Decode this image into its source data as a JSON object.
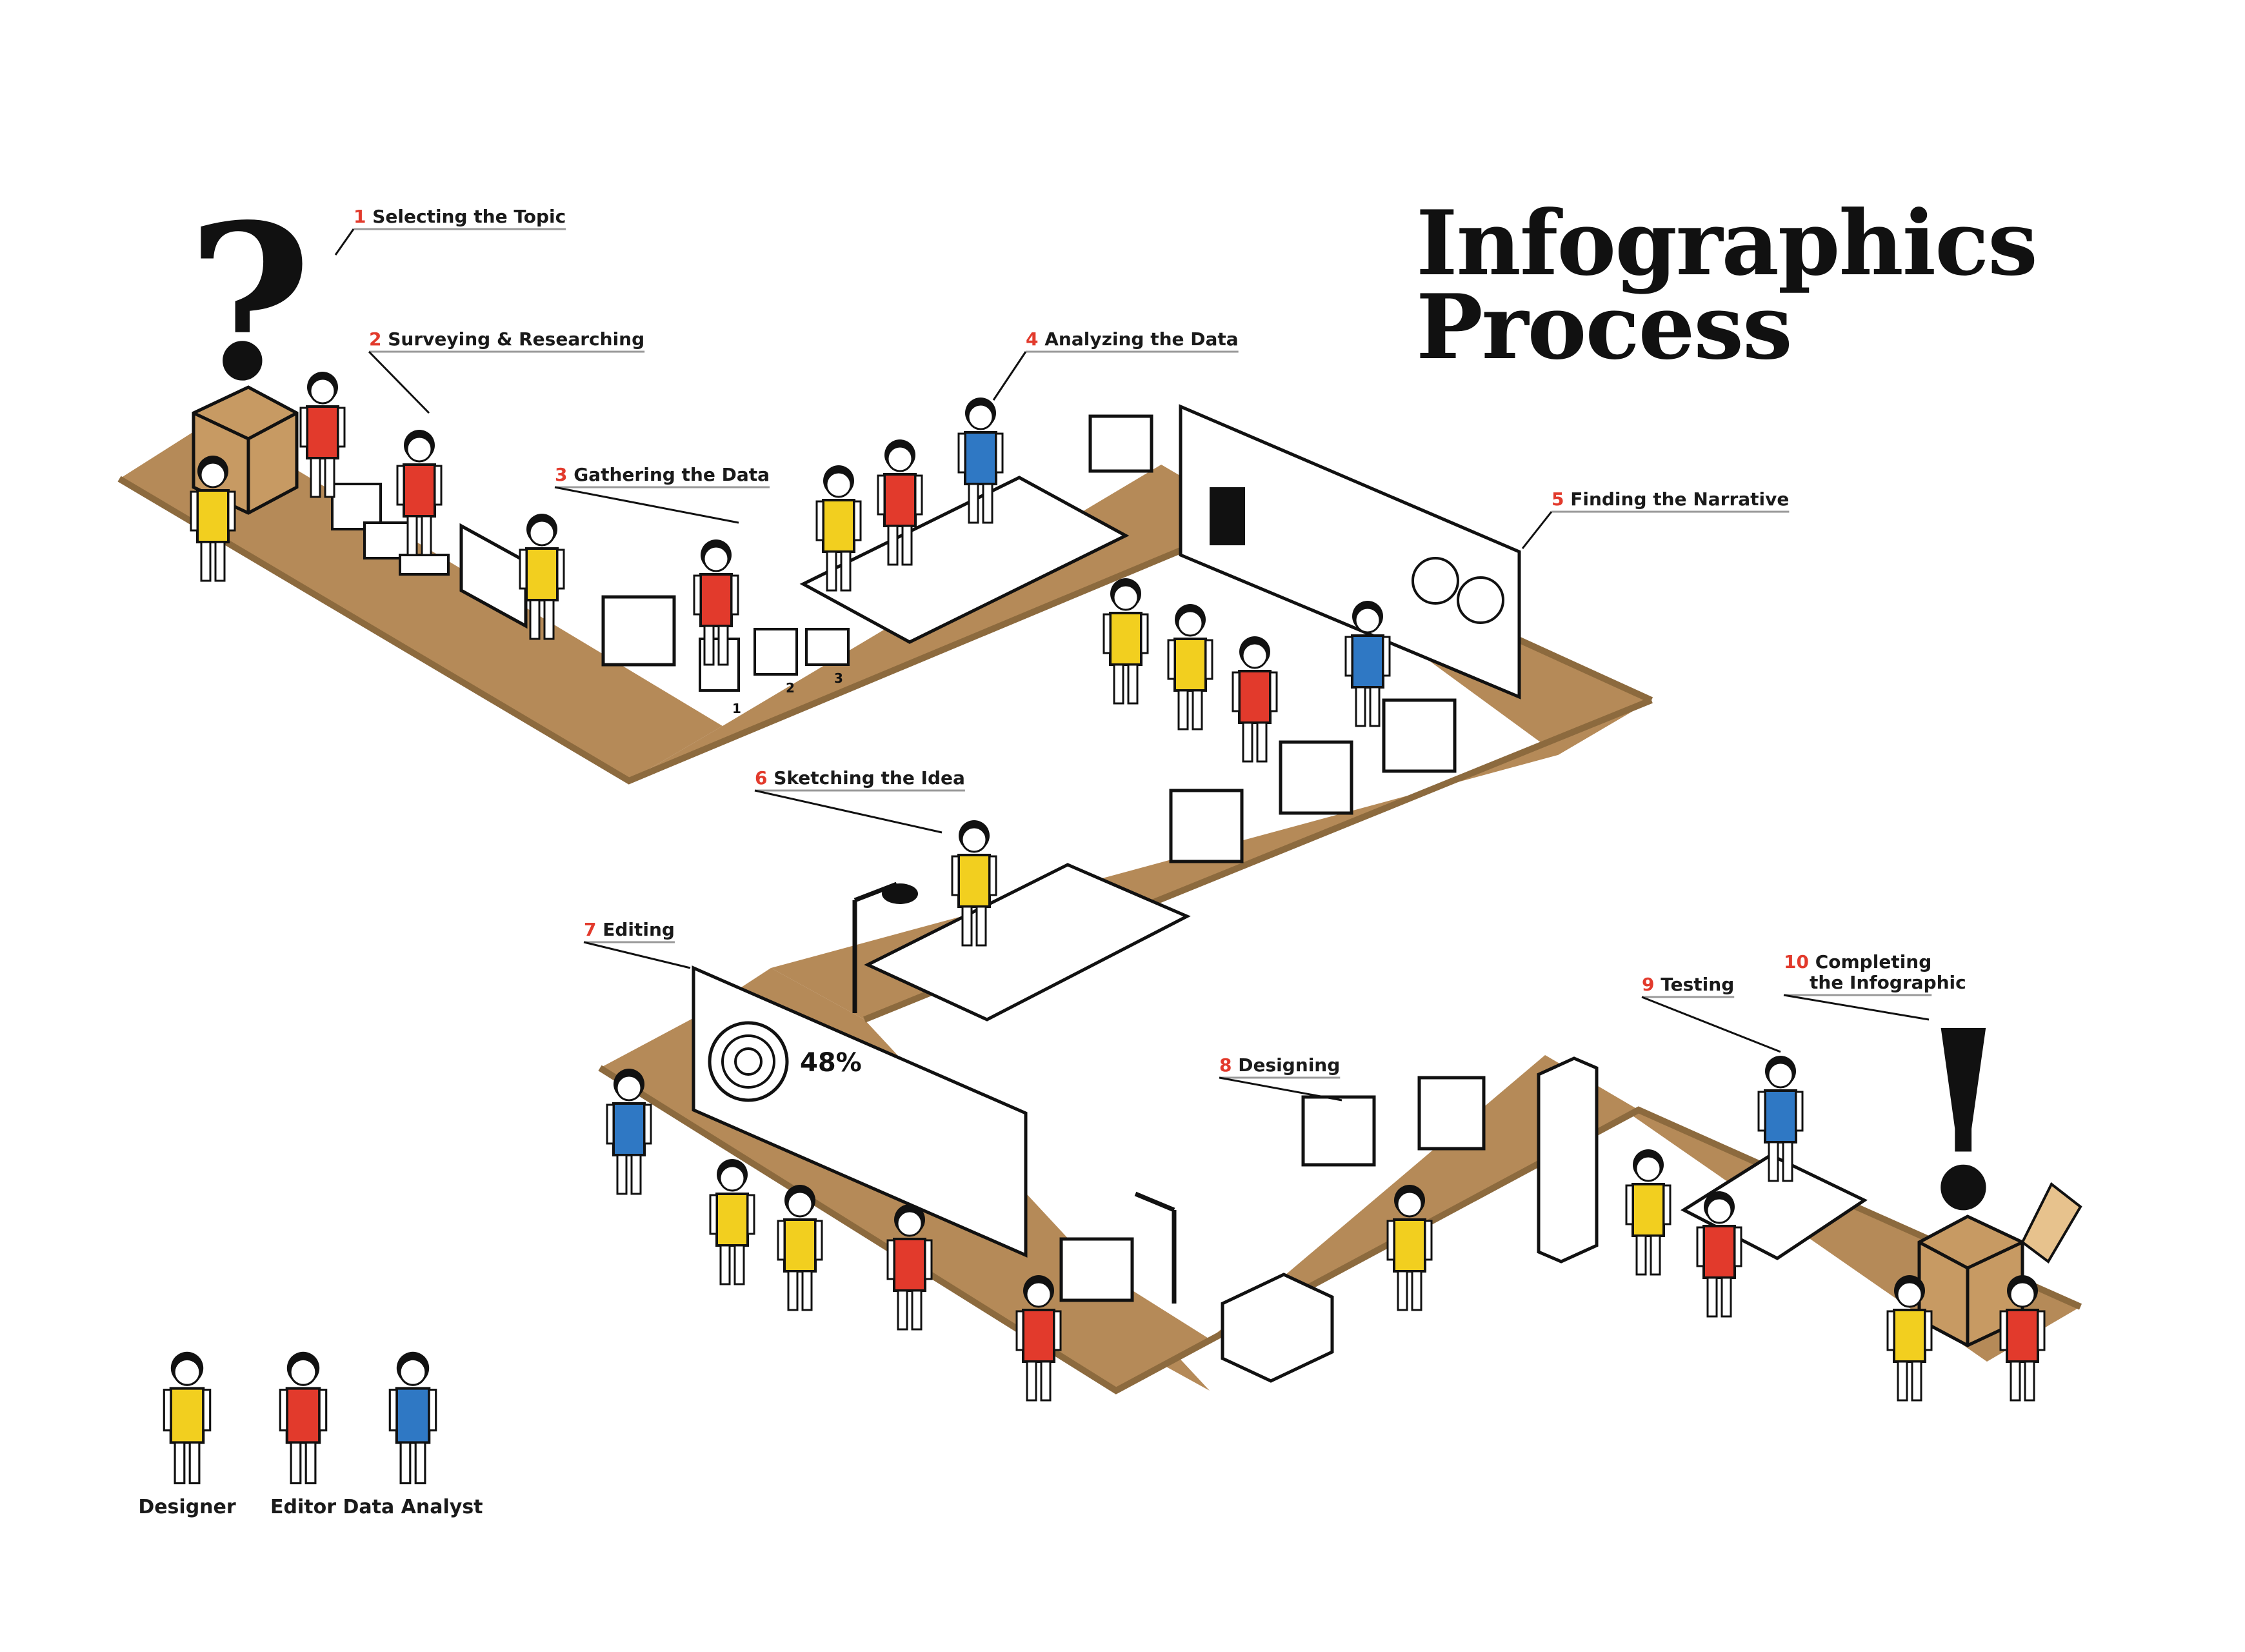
{
  "title": {
    "line1": "Infographics",
    "line2": "Process"
  },
  "colors": {
    "floor": "#b58a58",
    "floor_edge": "#8c6a3e",
    "designer": "#f2cf1f",
    "editor": "#e23a2c",
    "analyst": "#2f78c4",
    "step_number": "#e23a2c",
    "ink": "#111111"
  },
  "steps": [
    {
      "num": "1",
      "label": "Selecting the Topic"
    },
    {
      "num": "2",
      "label": "Surveying & Researching"
    },
    {
      "num": "3",
      "label": "Gathering the Data"
    },
    {
      "num": "4",
      "label": "Analyzing the Data"
    },
    {
      "num": "5",
      "label": "Finding the Narrative"
    },
    {
      "num": "6",
      "label": "Sketching the Idea"
    },
    {
      "num": "7",
      "label": "Editing"
    },
    {
      "num": "8",
      "label": "Designing"
    },
    {
      "num": "9",
      "label": "Testing"
    },
    {
      "num": "10",
      "label": "Completing",
      "label2": "the Infographic"
    }
  ],
  "legend": [
    {
      "role": "designer",
      "label": "Designer"
    },
    {
      "role": "editor",
      "label": "Editor"
    },
    {
      "role": "analyst",
      "label": "Data Analyst"
    }
  ],
  "symbols": {
    "question": "?",
    "exclaim": "!",
    "percent": "48%",
    "tag1": "1",
    "tag2": "2",
    "tag3": "3"
  }
}
